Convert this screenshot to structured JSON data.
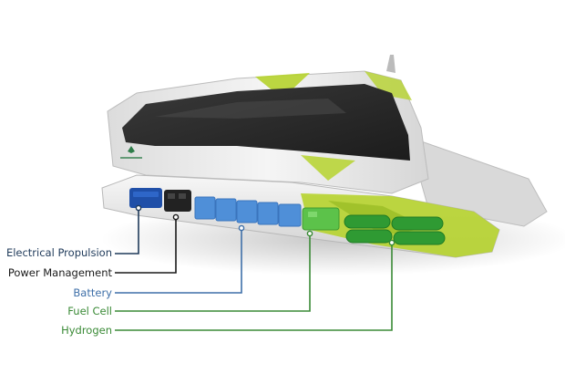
{
  "diagram": {
    "components": [
      {
        "id": "propulsion",
        "label": "Electrical Propulsion",
        "color": "#1f3a5a"
      },
      {
        "id": "power",
        "label": "Power Management",
        "color": "#1a1a1a"
      },
      {
        "id": "battery",
        "label": "Battery",
        "color": "#3e6fa8"
      },
      {
        "id": "fuelcell",
        "label": "Fuel Cell",
        "color": "#3a8a36"
      },
      {
        "id": "hydrogen",
        "label": "Hydrogen",
        "color": "#3a8a36"
      }
    ],
    "colors": {
      "hull_accent": "#b6d32e",
      "hull_body": "#ececec",
      "window": "#2d2d2d",
      "battery_module": "#4f8fd8",
      "fuel_cell_module": "#5cc24a",
      "hydrogen_tank": "#2f9a33",
      "propulsion_unit": "#1f4fa8",
      "power_unit": "#222222"
    }
  }
}
